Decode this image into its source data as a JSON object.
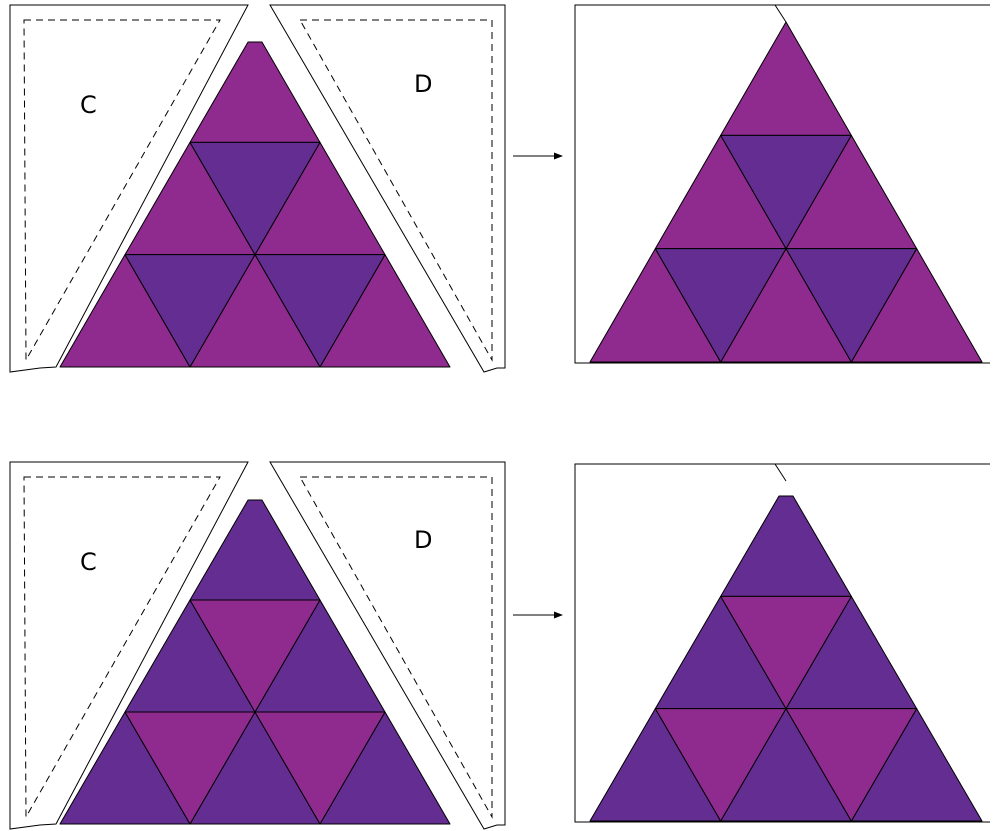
{
  "colors": {
    "magenta": "#8f2a8f",
    "violet": "#632d91",
    "stroke": "#000000",
    "background": "#ffffff"
  },
  "rows": [
    {
      "left_label": "C",
      "right_label": "D",
      "up_color": "magenta",
      "down_color": "violet"
    },
    {
      "left_label": "C",
      "right_label": "D",
      "up_color": "violet",
      "down_color": "magenta"
    }
  ]
}
